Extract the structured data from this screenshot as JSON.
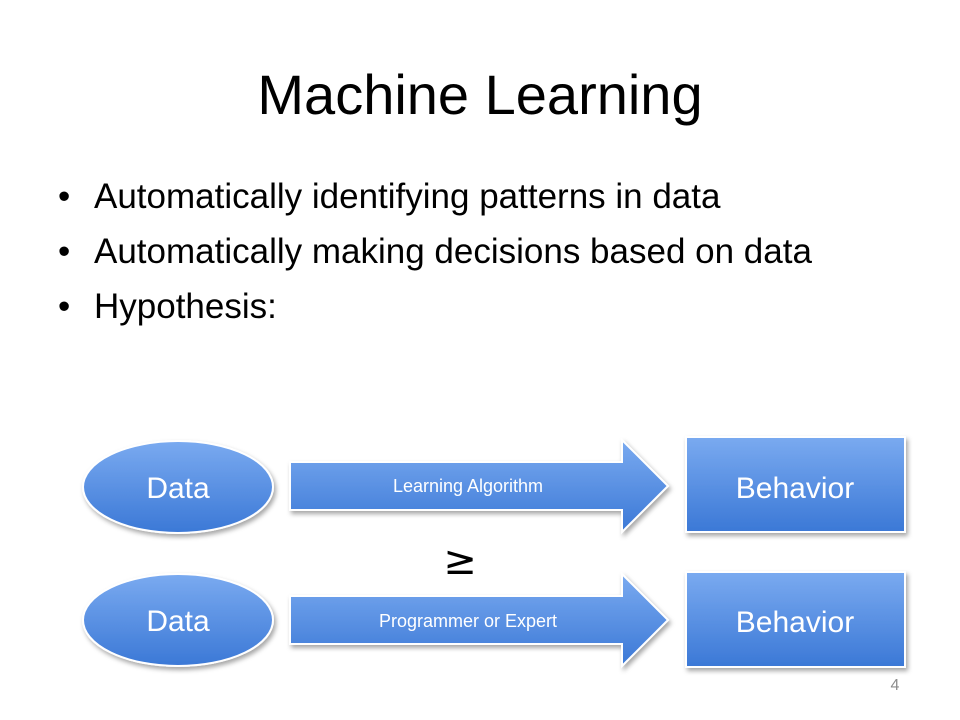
{
  "slide": {
    "title": "Machine Learning",
    "bullet_glyph": "•",
    "bullets": [
      "Automatically identifying patterns in data",
      "Automatically making decisions based on data",
      "Hypothesis:"
    ],
    "page_number": "4"
  },
  "diagram": {
    "row1": {
      "source": "Data",
      "process": "Learning Algorithm",
      "result": "Behavior"
    },
    "relation": "≥",
    "row2": {
      "source": "Data",
      "process": "Programmer or Expert",
      "result": "Behavior"
    }
  },
  "colors": {
    "shape_light": "#7aaaf0",
    "shape_dark": "#3b78d6",
    "text_on_shape": "#ffffff",
    "page_number": "#8c8c8c"
  }
}
